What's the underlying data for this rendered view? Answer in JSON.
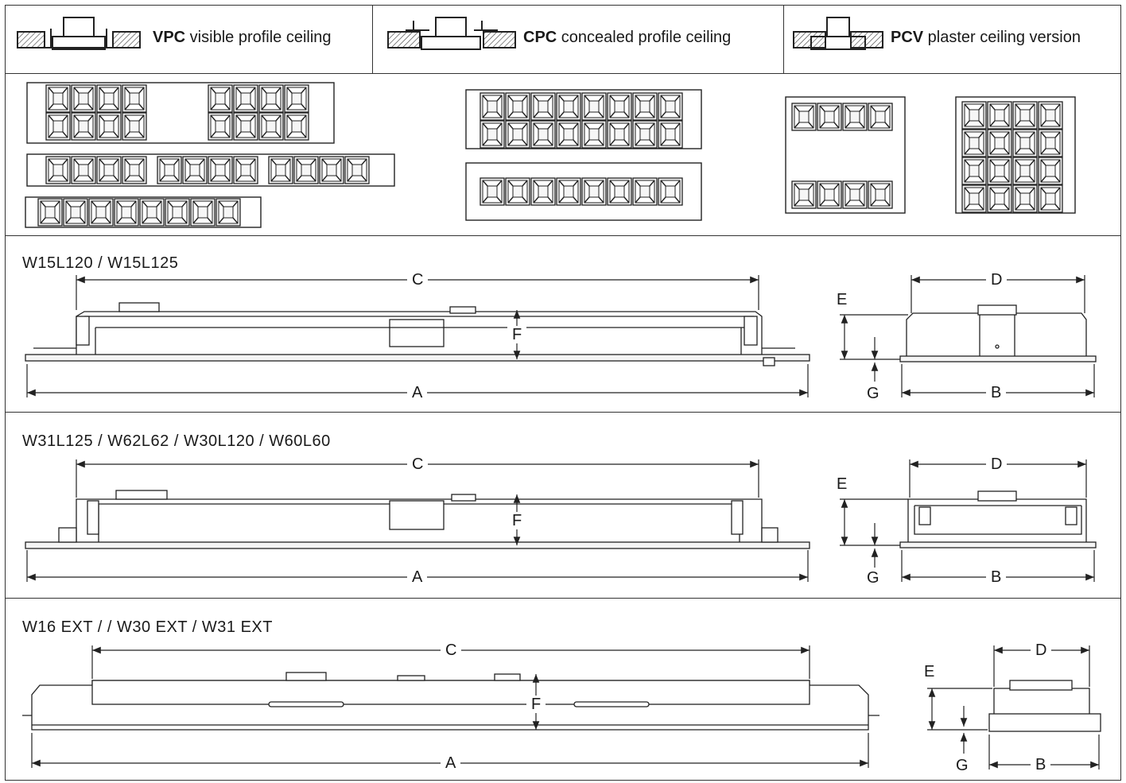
{
  "legend": [
    {
      "code": "VPC",
      "text": " visible profile ceiling"
    },
    {
      "code": "CPC",
      "text": " concealed profile ceiling"
    },
    {
      "code": "PCV",
      "text": " plaster ceiling version"
    }
  ],
  "sections": [
    {
      "title": "W15L120 / W15L125"
    },
    {
      "title": "W31L125 / W62L62 / W30L120 / W60L60"
    },
    {
      "title": "W16 EXT /  / W30 EXT / W31 EXT"
    }
  ],
  "dims": {
    "A": "A",
    "B": "B",
    "C": "C",
    "D": "D",
    "E": "E",
    "F": "F",
    "G": "G"
  }
}
